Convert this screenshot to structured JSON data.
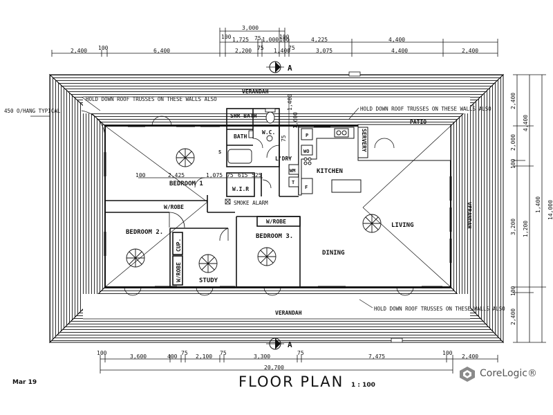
{
  "title": "FLOOR PLAN",
  "scale": "1 : 100",
  "date": "Mar 19",
  "brand": {
    "name": "CoreLogic®",
    "color": "#4a4a4a"
  },
  "section": {
    "letter": "A"
  },
  "dims_top": {
    "upper": [
      "100",
      "3,000",
      "100"
    ],
    "middle": [
      "1,725",
      "75",
      "1,000",
      "100",
      "4,225",
      "4,400"
    ],
    "lower": [
      "2,400",
      "100",
      "6,400",
      "2,200",
      "75",
      "1,400",
      "75",
      "3,075",
      "4,400",
      "2,400"
    ]
  },
  "dims_bottom": {
    "segments": [
      "100",
      "3,600",
      "400",
      "75",
      "2,100",
      "75",
      "3,300",
      "75",
      "7,475",
      "100",
      "2,400"
    ],
    "total": "20,700"
  },
  "dims_right": {
    "inner": [
      "2,400",
      "2,000",
      "100",
      "3,200",
      "100",
      "2,400"
    ],
    "middle": [
      "4,400",
      "1,200",
      "1,400"
    ],
    "outer": [
      "14,000"
    ]
  },
  "dims_inner": {
    "bed1_left": "100",
    "bed1_width": "2,425",
    "wir_a": "1,075",
    "wir_b": "75",
    "wir_c": "615",
    "wir_d": "525",
    "ldry_a": "75",
    "ldry_b": "1,600",
    "ldry_c": "1,400"
  },
  "notes": {
    "hold_down_top_left": "HOLD DOWN ROOF TRUSSES ON THESE WALLS ALSO",
    "hold_down_top_right": "HOLD DOWN ROOF TRUSSES ON THESE WALLS ALSO",
    "hold_down_bottom": "HOLD DOWN ROOF TRUSSES ON THESE WALLS ALSO",
    "overhang": "450 O/HANG TYPICAL",
    "smoke_alarm": "SMOKE ALARM"
  },
  "rooms": {
    "verandah_top": "VERANDAH",
    "verandah_bottom": "VERANDAH",
    "verandah_right": "VERANDAH",
    "patio": "PATIO",
    "bedroom1": "BEDROOM 1",
    "bedroom2": "BEDROOM 2.",
    "bedroom3": "BEDROOM 3.",
    "study": "STUDY",
    "kitchen": "KITCHEN",
    "living": "LIVING",
    "dining": "DINING",
    "ldry": "L'DRY",
    "wc": "W.C.",
    "shr_bath": "SHR BATH",
    "bath": "BATH",
    "wir": "W.I.R",
    "wrobe1": "W/ROBE",
    "wrobe3": "W/ROBE",
    "wrobe_study": "W/ROBE",
    "cupboard": "CUP.",
    "servery": "SERVERY"
  },
  "fixtures": {
    "fridge": "F",
    "pantry": "P",
    "wall_oven": "WO",
    "washing_machine": "WM",
    "tub": "T",
    "hall_s": "S"
  },
  "colors": {
    "line": "#111111",
    "paper": "#ffffff"
  }
}
